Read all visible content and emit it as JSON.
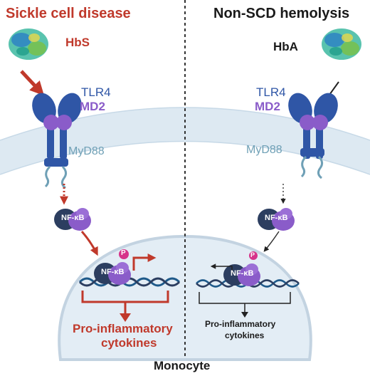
{
  "left_panel": {
    "title": "Sickle cell disease",
    "ligand": "HbS",
    "receptor": "TLR4",
    "coreceptor": "MD2",
    "adaptor": "MyD88",
    "transcription_factor": "NF-κB",
    "phospho": "P",
    "output": [
      "Pro-inflammatory",
      "cytokines"
    ]
  },
  "right_panel": {
    "title": "Non-SCD hemolysis",
    "ligand": "HbA",
    "receptor": "TLR4",
    "coreceptor": "MD2",
    "adaptor": "MyD88",
    "transcription_factor": "NF-κB",
    "phospho": "P",
    "output": [
      "Pro-inflammatory",
      "cytokines"
    ]
  },
  "cell_label": "Monocyte",
  "colors": {
    "scd_red": "#c0392b",
    "membrane": "#dde9f2",
    "nucleus": "#e3edf5",
    "receptor_blue": "#2f56a6",
    "md2_purple": "#8a5cc9",
    "nfkb_dark": "#2c3e60",
    "phospho_pink": "#d6338a",
    "hemoglobin": "#3cb8a0"
  }
}
